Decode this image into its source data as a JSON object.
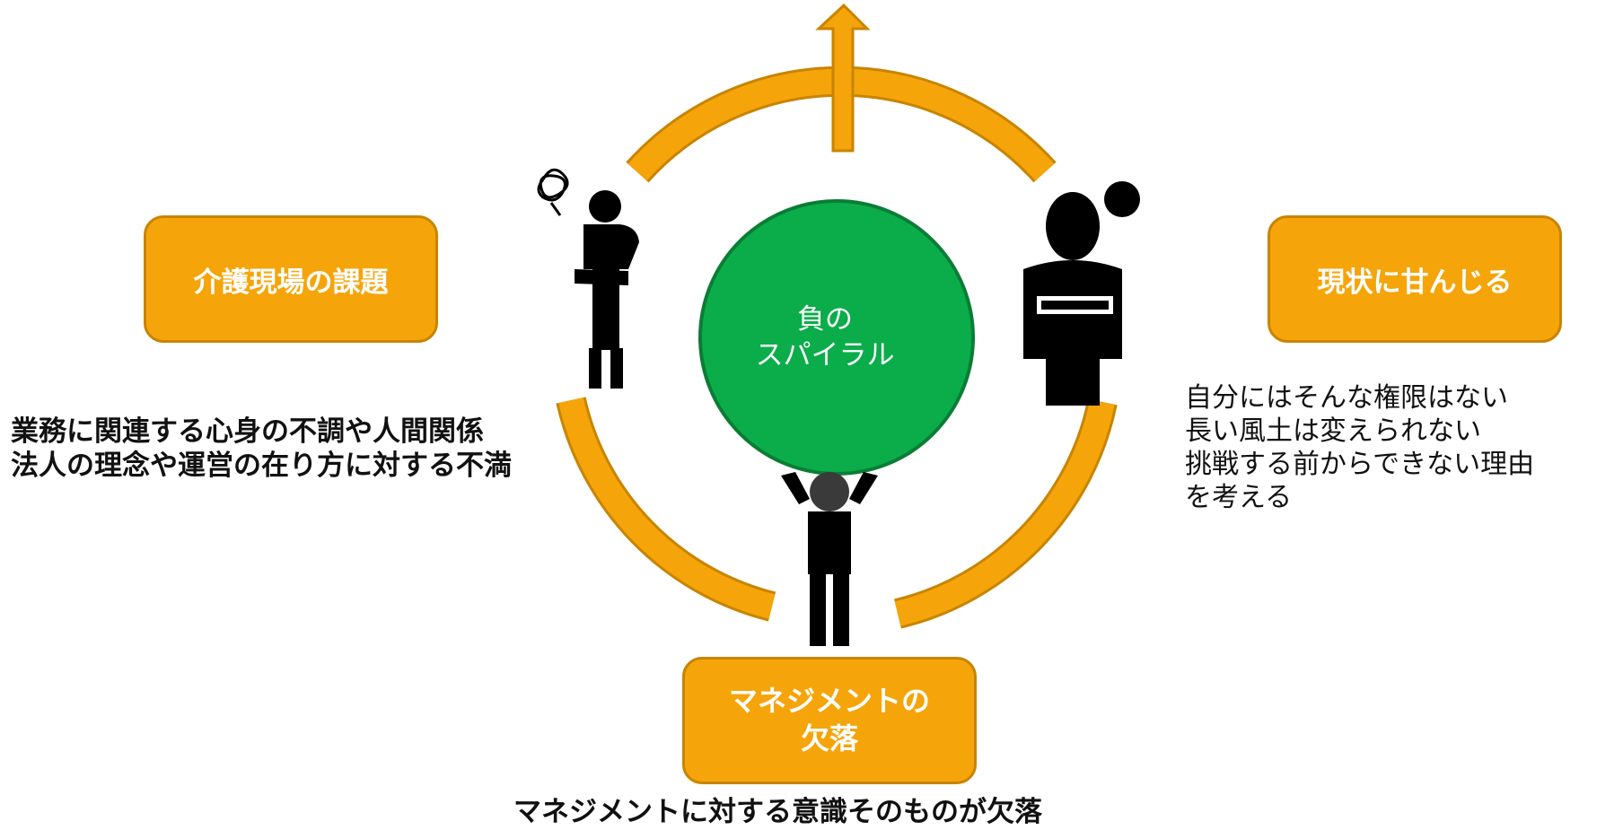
{
  "colors": {
    "ring": "#f5a50a",
    "ring_edge": "#c88400",
    "center": "#0aad4a",
    "center_edge": "#0a7d35",
    "box": "#f5a50a",
    "figure": "#000000",
    "head_fill": "#3a3a3a"
  },
  "center": {
    "line1": "負の",
    "line2": "スパイラル"
  },
  "boxes": {
    "left": "介護現場の課題",
    "right": "現状に甘んじる",
    "bottom_line1": "マネジメントの",
    "bottom_line2": "欠落"
  },
  "descriptions": {
    "left": [
      "業務に関連する心身の不調や人間関係",
      "法人の理念や運営の在り方に対する不満"
    ],
    "right": [
      "自分にはそんな権限はない",
      "長い風土は変えられない",
      "挑戦する前からできない理由",
      "を考える"
    ],
    "bottom": "マネジメントに対する意識そのものが欠落"
  },
  "icons": {
    "arrow": "up-arrow-icon",
    "left_figure": "thinking-person-icon",
    "right_figure": "arms-crossed-person-icon",
    "bottom_figure": "head-in-hands-person-icon",
    "scribble": "stress-scribble-icon"
  }
}
